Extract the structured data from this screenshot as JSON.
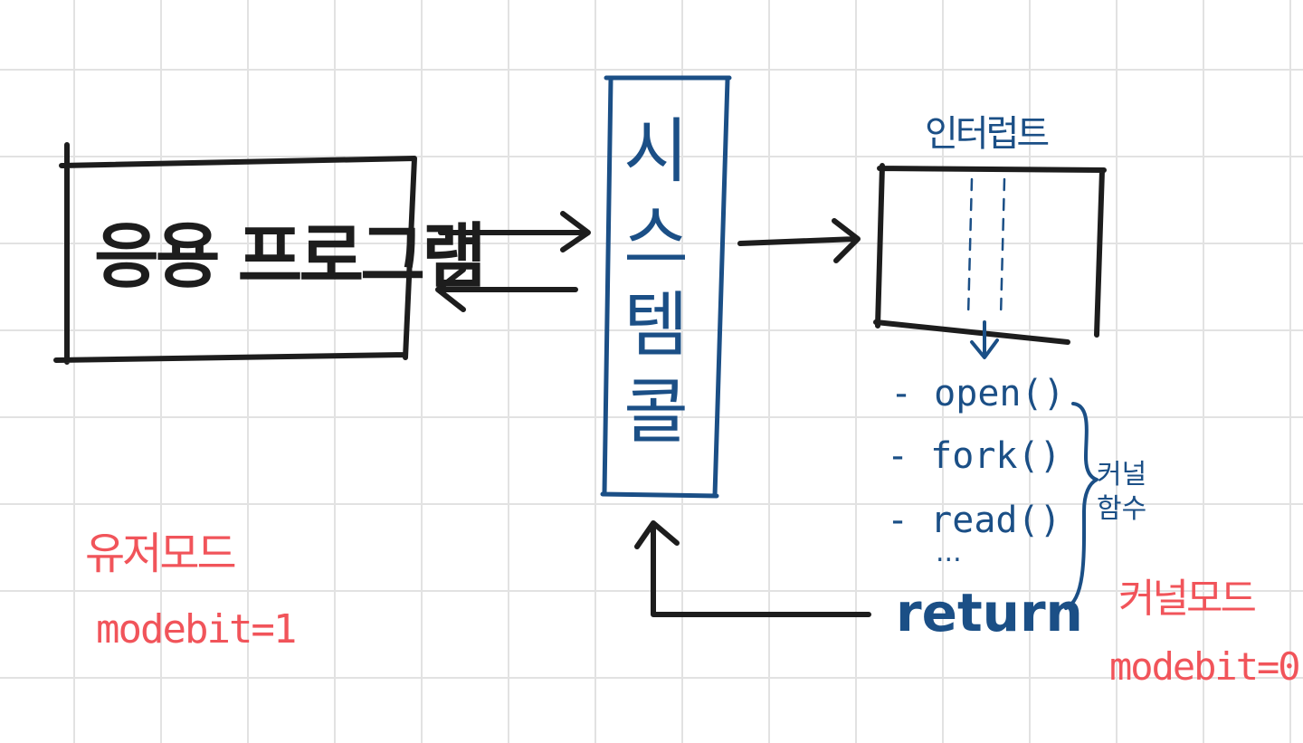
{
  "diagram": {
    "application_program": "응용 프로그램",
    "system_call": "시스템콜",
    "interrupt": "인터럽트",
    "functions": [
      "- open()",
      "- fork()",
      "- read()"
    ],
    "ellipsis": "...",
    "return_label": "return",
    "kernel_function": "커널 함수",
    "user_mode": "유저모드",
    "user_modebit": "modebit=1",
    "kernel_mode": "커널모드",
    "kernel_modebit": "modebit=0"
  },
  "colors": {
    "ink_black": "#1d1d1d",
    "ink_blue": "#1b4f86",
    "ink_red": "#f1545a",
    "grid": "#e2e2e2",
    "background": "#ffffff"
  }
}
